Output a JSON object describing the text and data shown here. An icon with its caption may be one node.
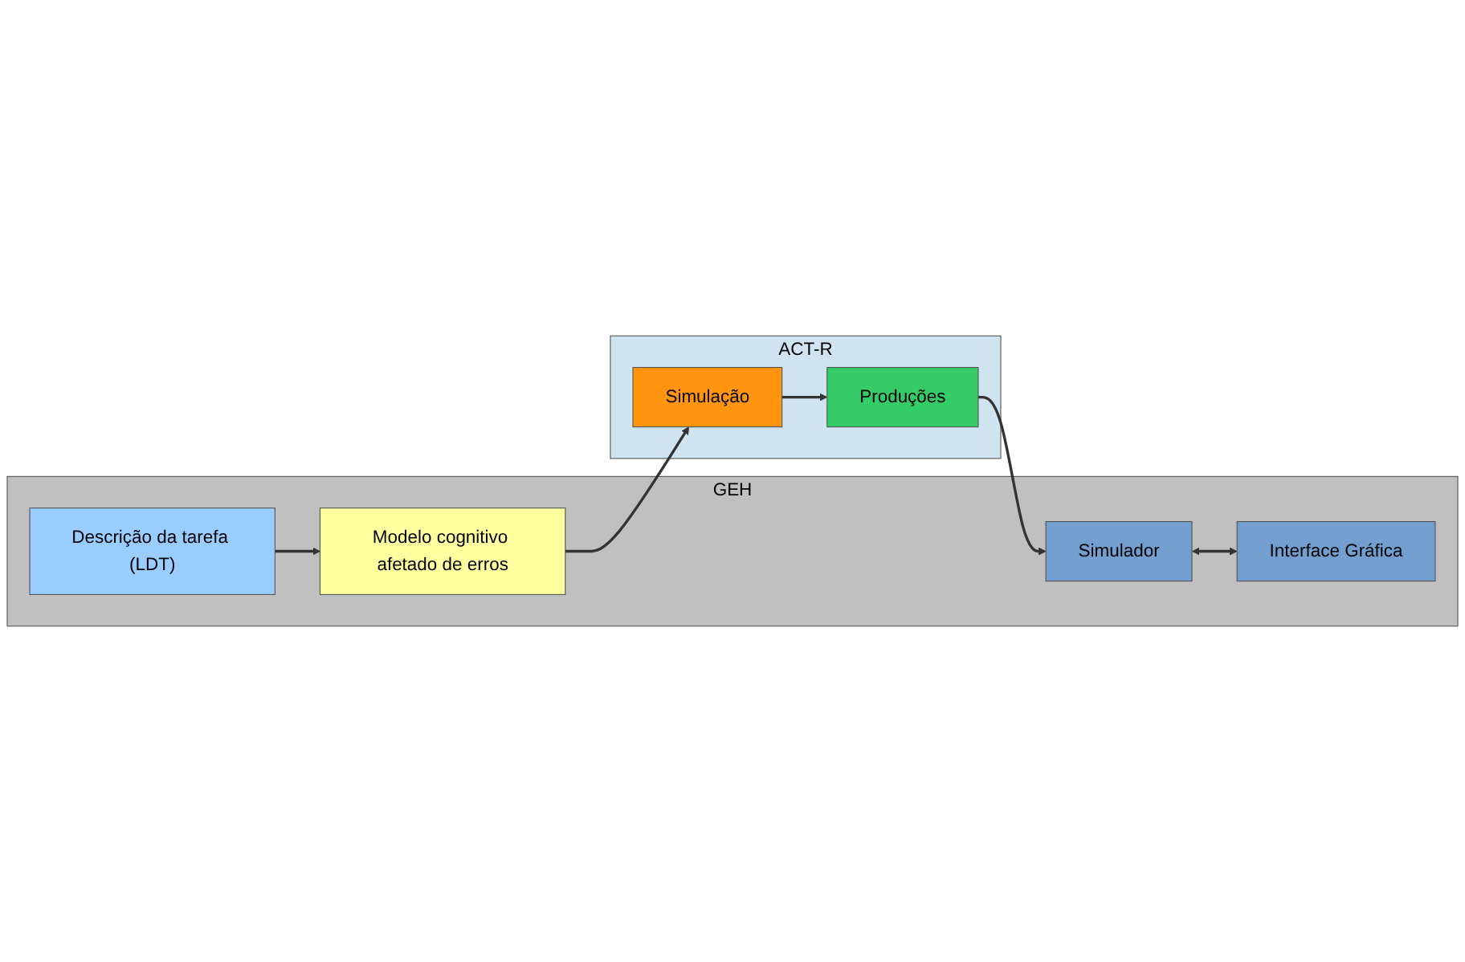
{
  "diagram": {
    "nodes": [
      {
        "text": [
          "GEH"
        ]
      },
      {
        "text": [
          "Descrição da tarefa (LDT)"
        ],
        "in": 0
      },
      {
        "text": [
          "Modelo cognitivo afetado de erros"
        ],
        "in": 0
      },
      {
        "text": [
          "Simulador"
        ],
        "in": 0
      },
      {
        "text": [
          "Interface Gráfica"
        ],
        "in": 0
      },
      {
        "text": [
          "ACT-R"
        ]
      },
      {
        "text": [
          "Simulação"
        ],
        "in": 5
      },
      {
        "text": [
          "Produções"
        ],
        "in": 5
      }
    ],
    "edges": [
      {
        "from": 1,
        "to": 2,
        "arrow": "to"
      },
      {
        "from": 2,
        "to": 6,
        "arrow": "to"
      },
      {
        "from": 6,
        "to": 7,
        "arrow": "to"
      },
      {
        "from": 7,
        "to": 3,
        "arrow": "to"
      },
      {
        "from": 3,
        "to": 4,
        "arrow": "both"
      }
    ]
  }
}
